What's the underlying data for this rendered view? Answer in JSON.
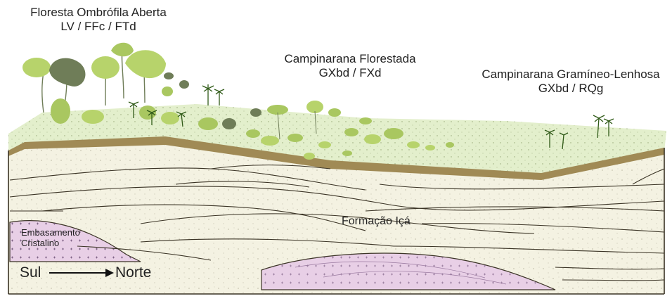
{
  "labels": {
    "floresta_ombrofila": {
      "title": "Floresta Ombrófila Aberta",
      "codes": "LV / FFc / FTd"
    },
    "campinarana_florestada": {
      "title": "Campinarana Florestada",
      "codes": "GXbd / FXd"
    },
    "campinarana_gramineo": {
      "title": "Campinarana Gramíneo-Lenhosa",
      "codes": "GXbd / RQg"
    },
    "formacao": "Formação Içá",
    "embasamento": {
      "line1": "Embasamento",
      "line2": "Cristalino"
    },
    "direction": {
      "from": "Sul",
      "to": "Norte"
    }
  },
  "colors": {
    "surface_vegetation": "#e3efcc",
    "soil_band": "#a08a55",
    "sediment": "#f4f2e2",
    "crystalline": "#e8cfe6",
    "outline": "#3a3325",
    "tree_light": "#b7d36b",
    "tree_dark": "#6f7d58",
    "palm": "#2f5a17"
  },
  "icons": [
    "broadleaf-tree-icon",
    "palm-tree-icon",
    "arrow-right-icon"
  ]
}
